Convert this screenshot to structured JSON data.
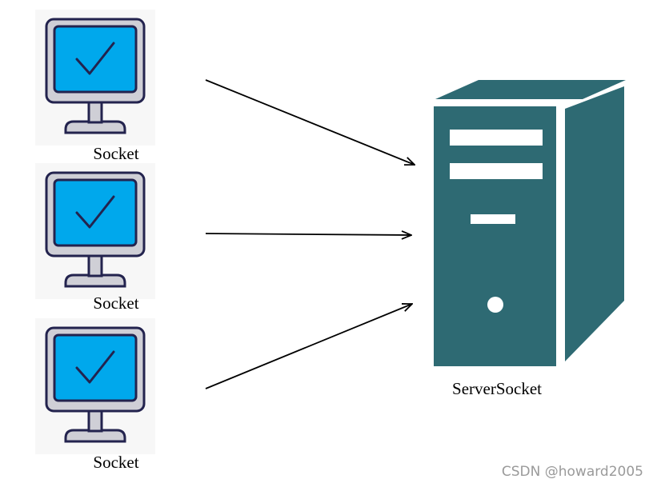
{
  "diagram": {
    "clients": [
      {
        "label": "Socket"
      },
      {
        "label": "Socket"
      },
      {
        "label": "Socket"
      }
    ],
    "server": {
      "label": "ServerSocket"
    },
    "watermark": "CSDN @howard2005",
    "colors": {
      "monitor_frame": "#CFCFD6",
      "monitor_outline": "#23234E",
      "screen": "#00A8EC",
      "checkmark": "#23234E",
      "server_body": "#2E6A73",
      "server_detail": "#FFFFFF",
      "arrow": "#000000",
      "client_bg": "#F7F7F7"
    },
    "icons": {
      "client": "monitor-checkmark-icon",
      "server": "server-tower-icon"
    }
  }
}
